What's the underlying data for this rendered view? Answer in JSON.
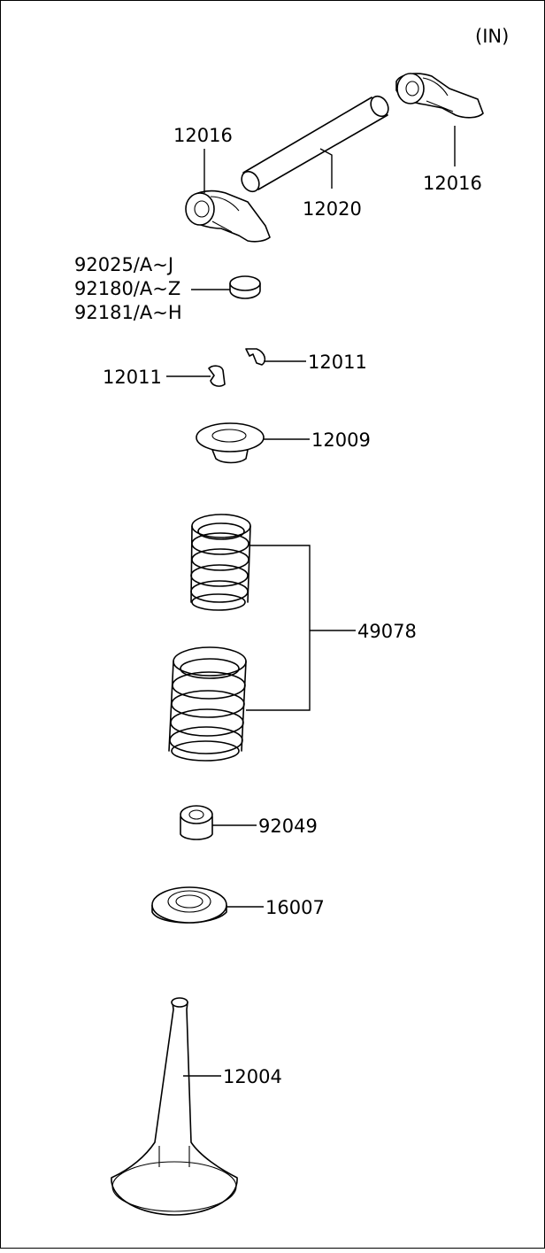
{
  "diagram": {
    "view_label": "(IN)",
    "callouts": {
      "rocker_arm_left": "12016",
      "rocker_shaft": "12020",
      "rocker_arm_right": "12016",
      "shim_1": "92025/A~J",
      "shim_2": "92180/A~Z",
      "shim_3": "92181/A~H",
      "cotter_left": "12011",
      "cotter_right": "12011",
      "retainer": "12009",
      "springs": "49078",
      "valve_stem_seal": "92049",
      "spring_seat": "16007",
      "valve": "12004"
    }
  }
}
